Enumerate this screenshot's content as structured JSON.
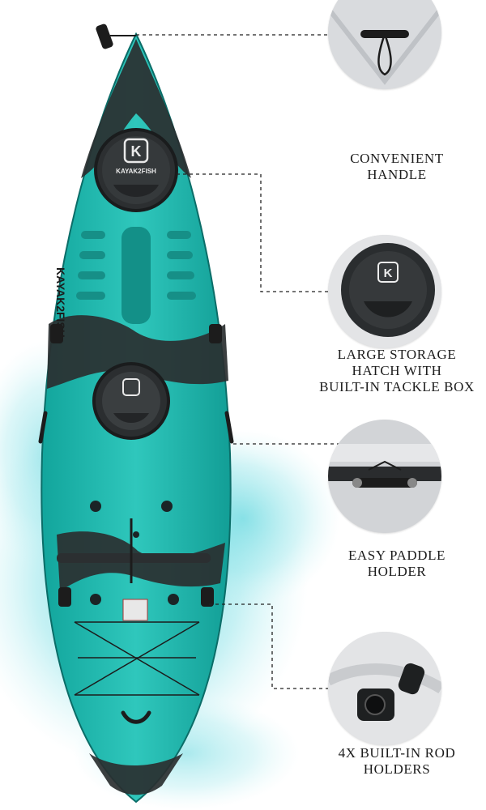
{
  "features": [
    {
      "label_lines": [
        "CONVENIENT",
        "HANDLE"
      ],
      "icon": "handle-icon"
    },
    {
      "label_lines": [
        "LARGE STORAGE",
        "HATCH WITH",
        "BUILT-IN TACKLE BOX"
      ],
      "icon": "hatch-icon"
    },
    {
      "label_lines": [
        "EASY PADDLE",
        "HOLDER"
      ],
      "icon": "paddle-holder-icon"
    },
    {
      "label_lines": [
        "4X BUILT-IN ROD",
        "HOLDERS"
      ],
      "icon": "rod-holder-icon"
    }
  ],
  "kayak": {
    "brand_side_text": "KAYAK2FISH",
    "hatch_logo_letter": "K",
    "hatch_brand_text": "KAYAK2FISH",
    "colors": {
      "hull": "#1fb6ac",
      "hull_dark": "#2a2f30",
      "splash": "#5fd6dc"
    }
  }
}
